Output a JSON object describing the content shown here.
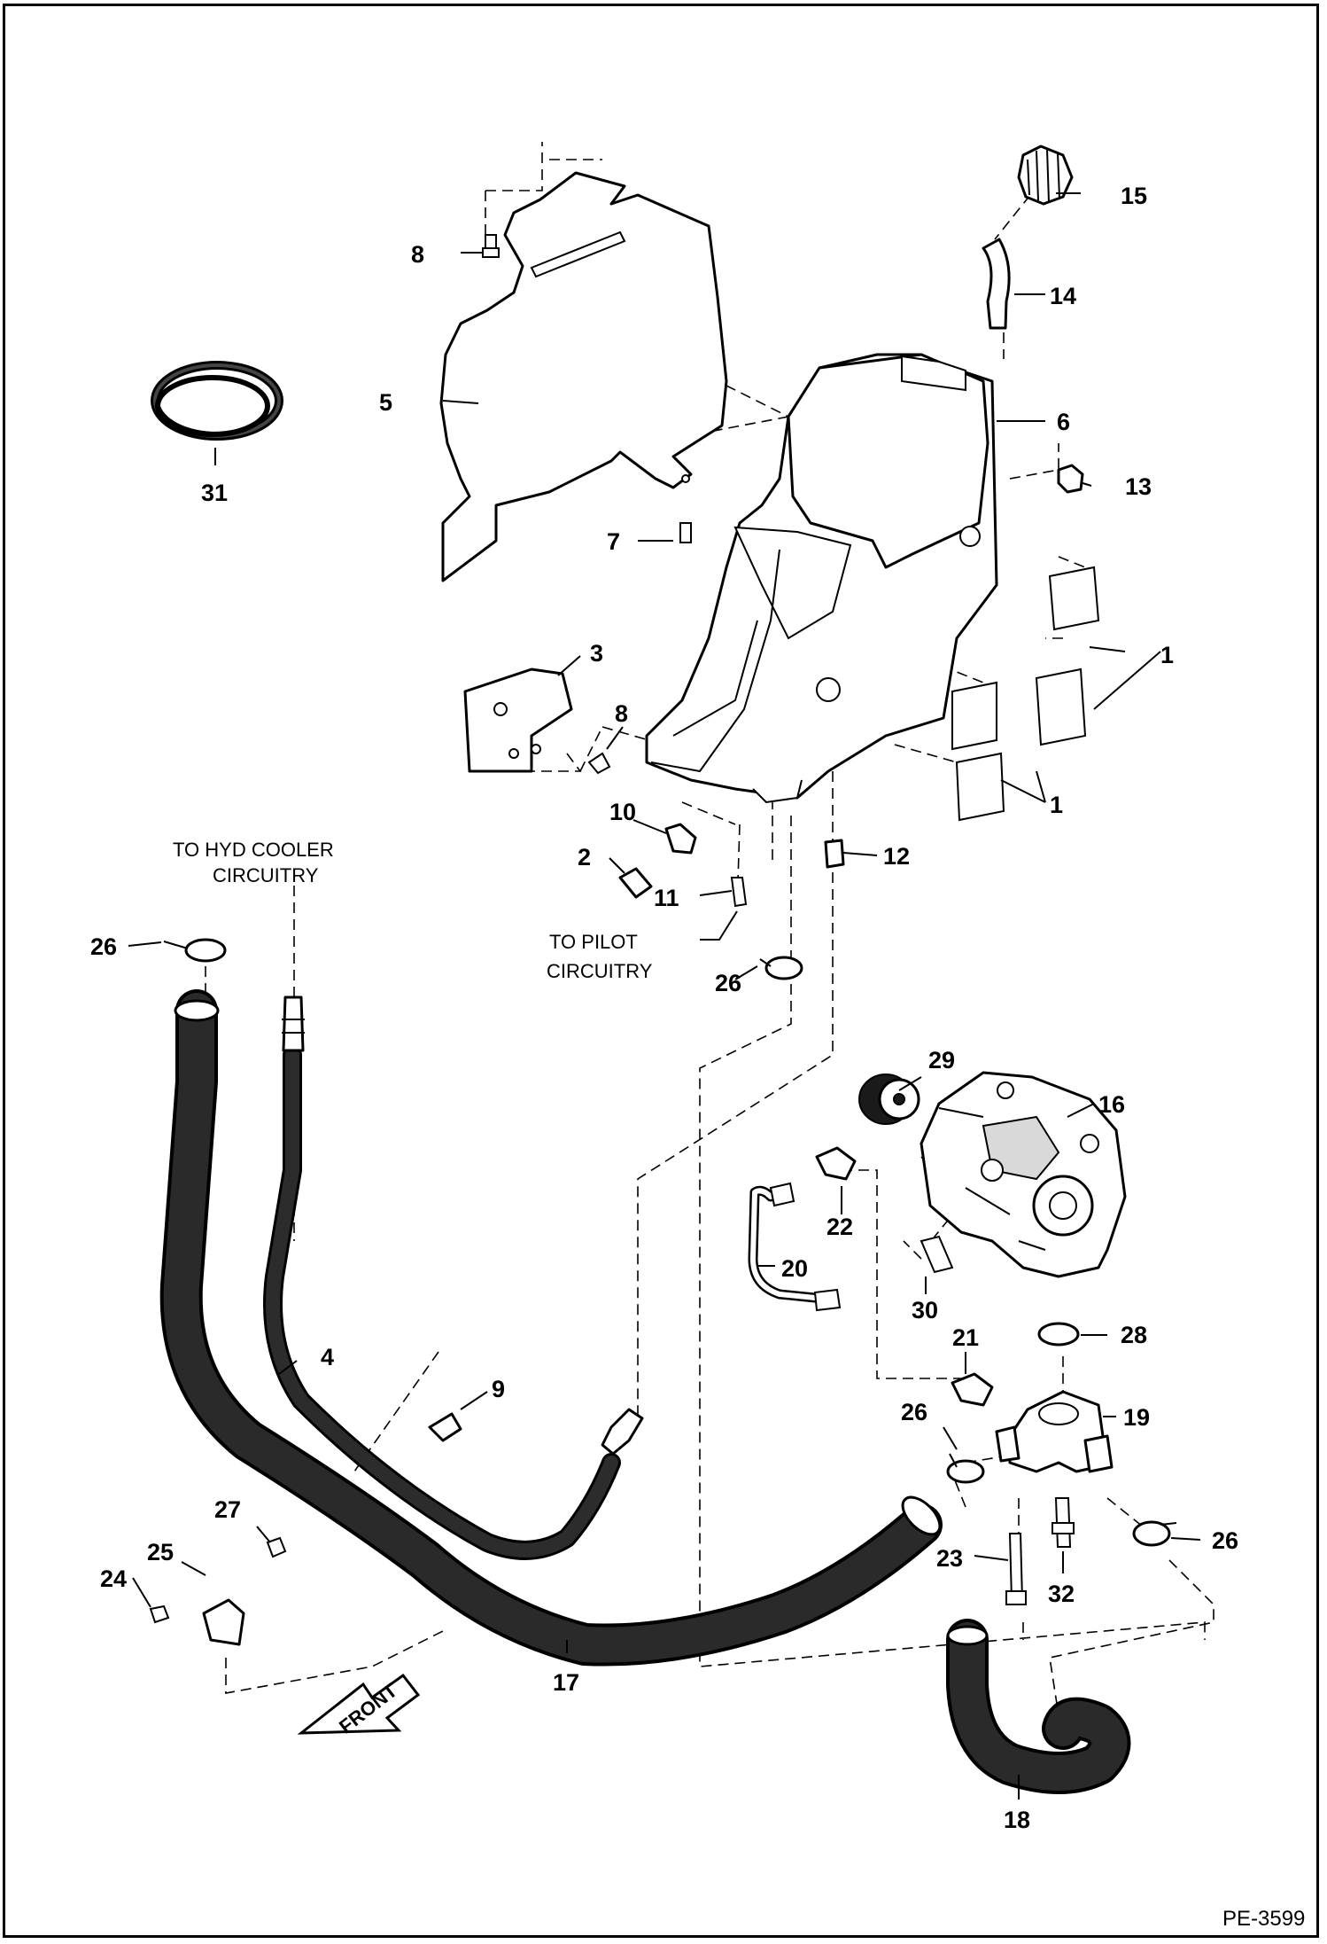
{
  "figure_id": "PE-3599",
  "notes": {
    "hyd_cooler_line1": "TO HYD COOLER",
    "hyd_cooler_line2": "CIRCUITRY",
    "pilot_line1": "TO PILOT",
    "pilot_line2": "CIRCUITRY",
    "front": "FRONT"
  },
  "callouts": [
    "1",
    "1",
    "2",
    "3",
    "4",
    "5",
    "6",
    "7",
    "8",
    "8",
    "9",
    "10",
    "11",
    "12",
    "13",
    "14",
    "15",
    "16",
    "17",
    "18",
    "19",
    "20",
    "21",
    "22",
    "23",
    "24",
    "25",
    "26",
    "26",
    "26",
    "26",
    "27",
    "28",
    "29",
    "30",
    "31",
    "32"
  ],
  "icons": [
    "front-arrow-icon"
  ]
}
